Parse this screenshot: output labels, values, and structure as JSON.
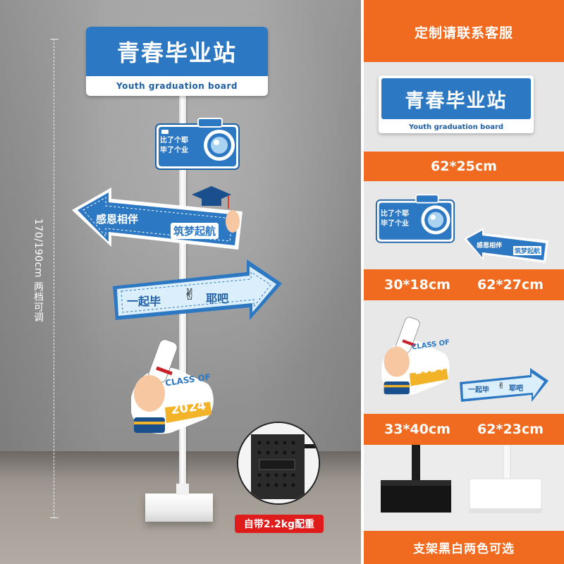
{
  "left": {
    "height_label": "170/190cm 两档可调",
    "title_sign": {
      "cn": "青春毕业站",
      "en": "Youth graduation board"
    },
    "camera_sign": {
      "line1": "比了个耶",
      "line2": "毕了个业"
    },
    "arrow_left": {
      "text1": "感恩相伴",
      "text2": "筑梦起航"
    },
    "arrow_right": {
      "text1": "一起毕",
      "text2": "耶吧"
    },
    "class_badge": {
      "label": "CLASS OF",
      "year": "2024"
    },
    "weight_badge": "自带2.2kg配重"
  },
  "right": {
    "contact": "定制请联系客服",
    "title_sign": {
      "cn": "青春毕业站",
      "en": "Youth graduation board"
    },
    "size1": "62*25cm",
    "camera_sign": {
      "line1": "比了个耶",
      "line2": "毕了个业"
    },
    "mini_arrow": {
      "text1": "感恩相伴",
      "text2": "筑梦起航"
    },
    "size2a": "30*18cm",
    "size2b": "62*27cm",
    "class_badge": {
      "label": "CLASS OF",
      "year": "2024"
    },
    "mini_arrow2": {
      "text1": "一起毕",
      "text2": "耶吧"
    },
    "size3a": "33*40cm",
    "size3b": "62*23cm",
    "stand_caption": "支架黑白两色可选"
  },
  "colors": {
    "brand_blue": "#2d78c3",
    "orange": "#f06b1f",
    "light_blue": "#dbeefb",
    "yellow": "#f3b328",
    "red_badge": "#e01b1b"
  }
}
